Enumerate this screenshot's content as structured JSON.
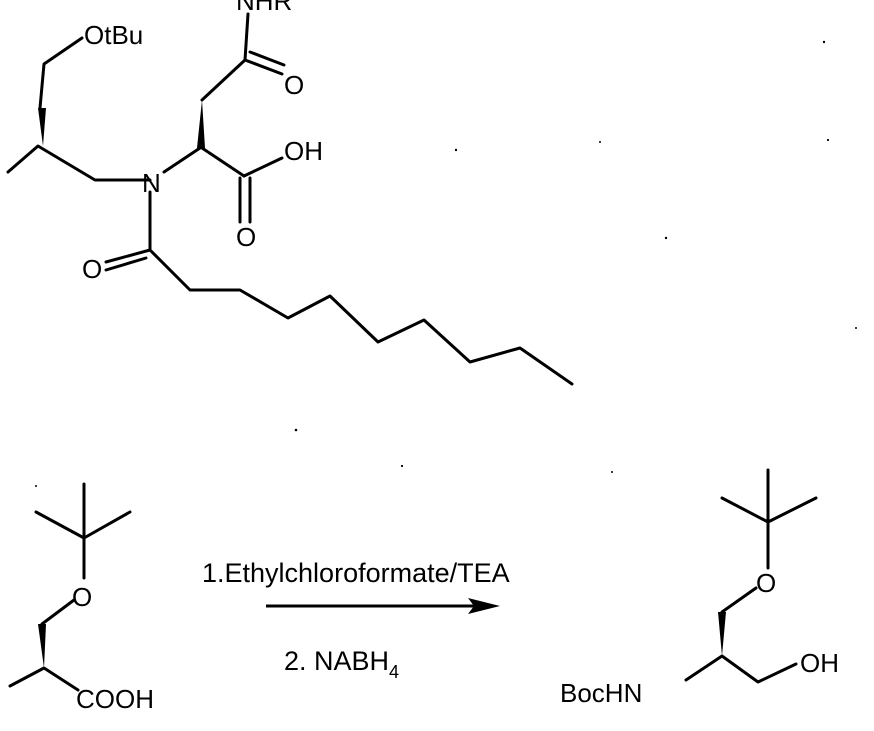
{
  "top_molecule": {
    "labels": {
      "otbu": "OtBu",
      "nhr": "NHR",
      "carbonyl_o_amide": "O",
      "oh": "OH",
      "nitrogen": "N",
      "carbonyl_o_acid": "O",
      "carbonyl_o_acyl": "O"
    }
  },
  "reaction": {
    "reactant_labels": {
      "o": "O",
      "cooh": "COOH"
    },
    "step1": "1.Ethylchloroformate/TEA",
    "step2_prefix": "2. NABH",
    "step2_sub": "4",
    "product_labels": {
      "o": "O",
      "oh": "OH",
      "bochn": "BocHN"
    }
  }
}
